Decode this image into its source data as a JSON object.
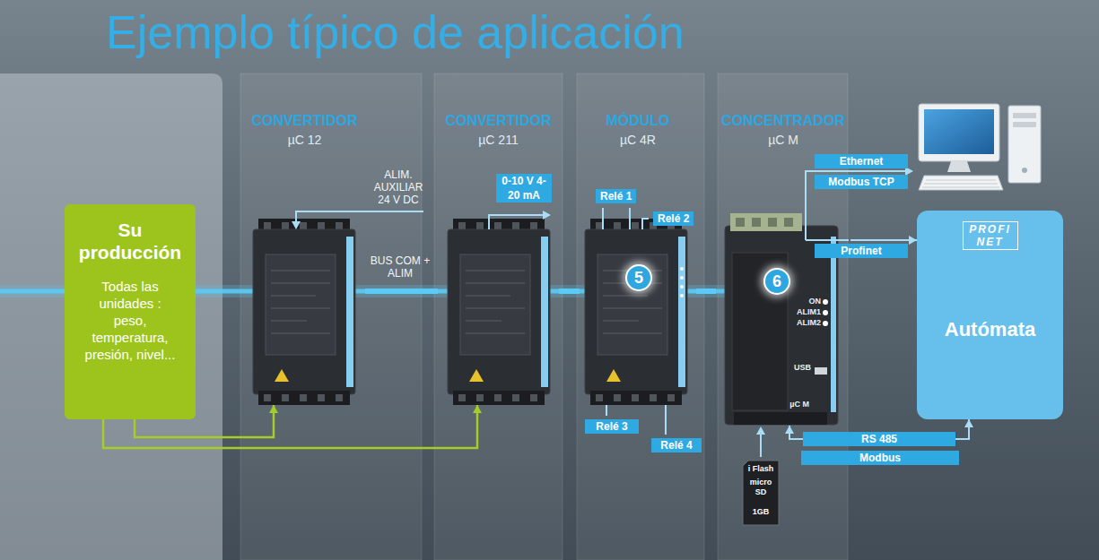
{
  "diagram": {
    "title": "Ejemplo típico de aplicación",
    "nodes": [
      {
        "text": [
          "Su producción",
          "Todas las unidades : peso, temperatura, presión, nivel..."
        ]
      },
      {
        "text": [
          "CONVERTIDOR",
          "µC 12"
        ]
      },
      {
        "text": [
          "CONVERTIDOR",
          "µC 211"
        ]
      },
      {
        "text": [
          "MÓDULO",
          "µC 4R"
        ]
      },
      {
        "text": [
          "CONCENTRADOR",
          "µC M"
        ]
      },
      {
        "text": [
          "PROFI NET",
          "Autómata"
        ]
      }
    ],
    "edges": [
      {
        "from": 0,
        "to": 1,
        "arrow": "to"
      },
      {
        "from": 0,
        "to": 2,
        "arrow": "to"
      },
      {
        "from": 1,
        "to": 2,
        "label": "BUS COM + ALIM",
        "arrow": "none"
      },
      {
        "from": 2,
        "to": 3,
        "arrow": "none"
      },
      {
        "from": 3,
        "to": 4,
        "arrow": "none"
      },
      {
        "from": 4,
        "to": 5,
        "label": "Profinet",
        "arrow": "to"
      },
      {
        "from": 4,
        "to": 5,
        "label": "RS 485",
        "arrow": "both"
      }
    ],
    "labels": [
      "ALIM. AUXILIAR 24 V DC",
      "0-10 V 4-20 mA",
      "Relé 1",
      "Relé 2",
      "Relé 3",
      "Relé 4",
      "5",
      "6",
      "Ethernet",
      "Modbus TCP",
      "Modbus",
      "ON",
      "ALIM1",
      "ALIM2",
      "USB",
      "µC M",
      "i Flash",
      "micro SD",
      "1GB"
    ]
  }
}
